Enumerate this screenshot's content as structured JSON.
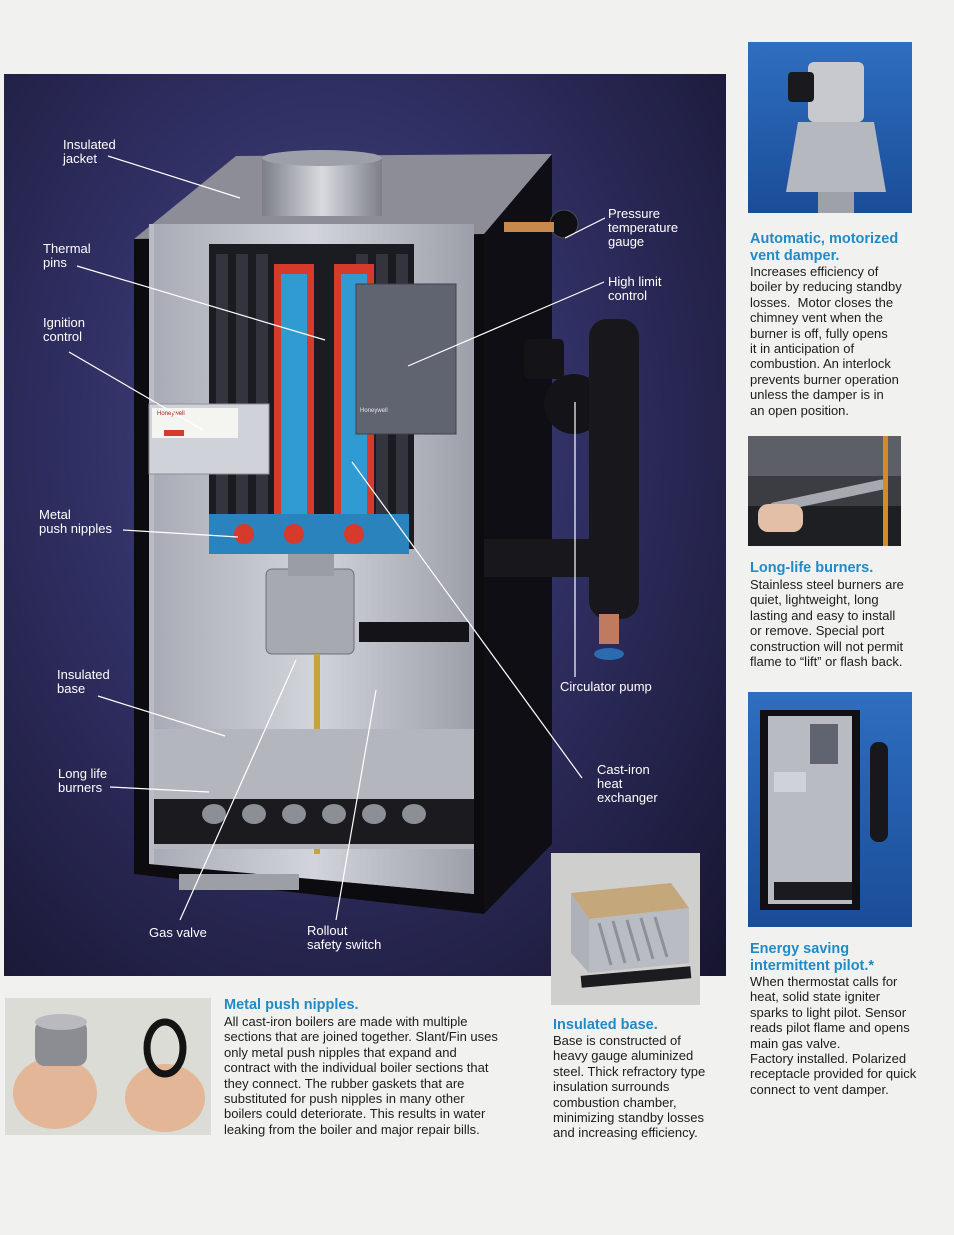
{
  "callouts": {
    "insulated_jacket": "Insulated\njacket",
    "thermal_pins": "Thermal\npins",
    "ignition_control": "Ignition\ncontrol",
    "metal_push_nipples": "Metal\npush nipples",
    "insulated_base": "Insulated\nbase",
    "long_life_burners": "Long life\nburners",
    "gas_valve": "Gas valve",
    "rollout_safety_switch": "Rollout\nsafety switch",
    "pressure_temperature_gauge": "Pressure\ntemperature\ngauge",
    "high_limit_control": "High limit\ncontrol",
    "circulator_pump": "Circulator pump",
    "cast_iron_heat_exchanger": "Cast-iron\nheat\nexchanger"
  },
  "features": {
    "vent_damper": {
      "title": "Automatic, motorized\nvent damper.",
      "body": "Increases efficiency of\nboiler by reducing standby\nlosses.  Motor closes the\nchimney vent when the\nburner is off, fully opens\nit in anticipation of\ncombustion. An interlock\nprevents burner operation\nunless the damper is in\nan open position."
    },
    "burners": {
      "title": "Long-life burners.",
      "body": "Stainless steel burners are\nquiet, lightweight, long\nlasting and easy to install\nor remove. Special port\nconstruction will not permit\nflame to “lift” or flash back."
    },
    "pilot": {
      "title": "Energy saving\nintermittent pilot.*",
      "body": "When thermostat calls for\nheat, solid state igniter\nsparks to light pilot. Sensor\nreads pilot flame and opens\nmain gas valve.\nFactory installed. Polarized\nreceptacle provided for quick\nconnect to vent damper."
    },
    "nipples": {
      "title": "Metal push nipples.",
      "body": "All cast-iron boilers are made with multiple\nsections that are joined together. Slant/Fin uses\nonly metal push nipples that expand and\ncontract with the individual boiler sections that\nthey connect. The rubber gaskets that are\nsubstituted for push nipples in many other\nboilers could deteriorate. This results in water\nleaking from the boiler and major repair bills."
    },
    "base": {
      "title": "Insulated base.",
      "body": "Base is constructed of\nheavy gauge aluminized\nsteel. Thick refractory type\ninsulation surrounds\ncombustion chamber,\nminimizing standby losses\nand increasing efficiency."
    }
  },
  "brand_labels": {
    "ignition": "Honeywell",
    "limit": "Honeywell"
  },
  "colors": {
    "heading_blue": "#1f8bc8",
    "photo_bg": "#302f63",
    "heat_exchanger_red": "#d63a2a",
    "heat_exchanger_blue": "#2f9bd2"
  }
}
